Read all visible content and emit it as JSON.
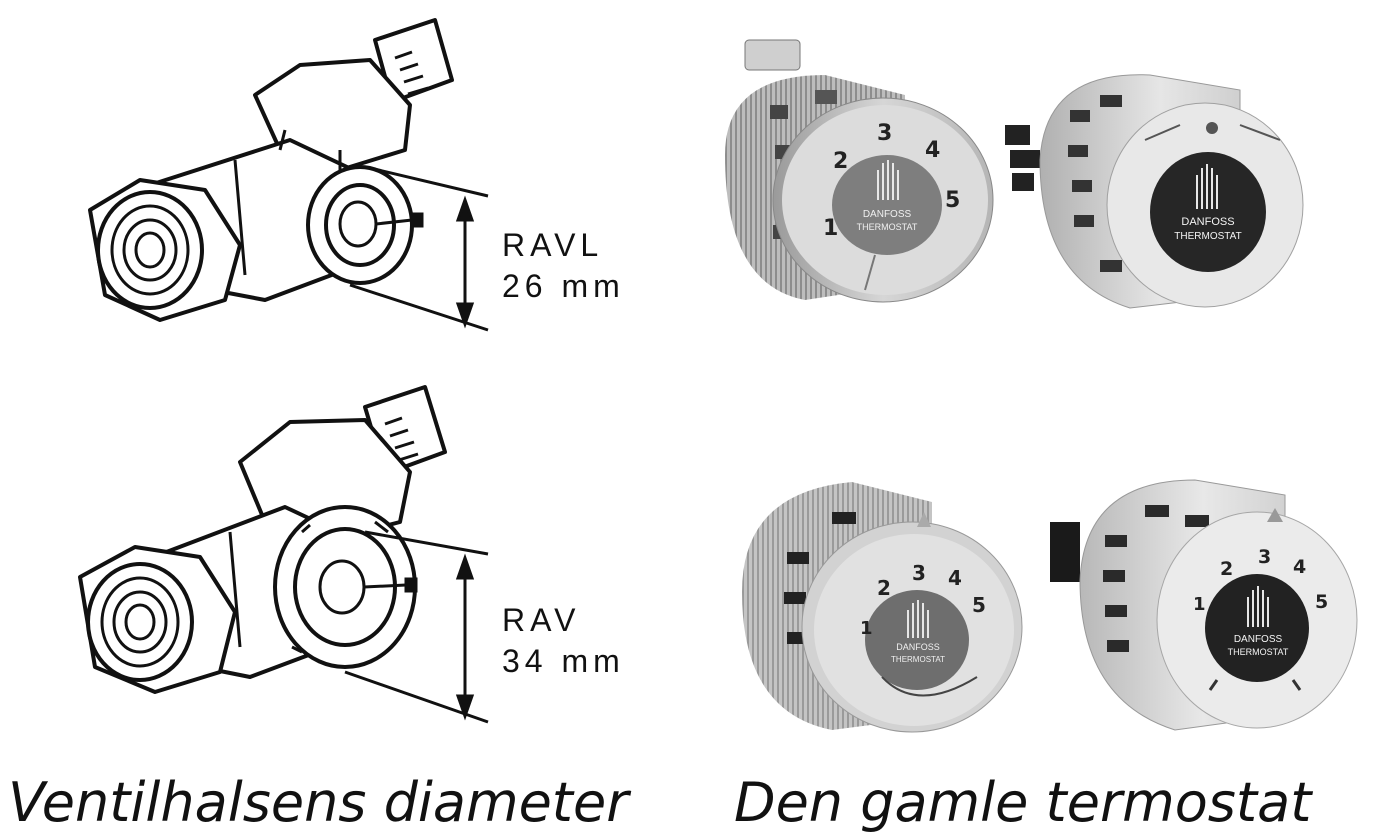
{
  "valves": [
    {
      "name": "RAVL",
      "size": "26 mm"
    },
    {
      "name": "RAV",
      "size": "34 mm"
    }
  ],
  "thermostats": [
    {
      "brand": "DANFOSS",
      "model": "THERMOSTAT",
      "dial_numbers": [
        "1",
        "2",
        "3",
        "4",
        "5"
      ]
    },
    {
      "brand": "DANFOSS",
      "model": "THERMOSTAT"
    },
    {
      "brand": "DANFOSS",
      "model": "THERMOSTAT",
      "dial_numbers": [
        "1",
        "2",
        "3",
        "4",
        "5"
      ]
    },
    {
      "brand": "DANFOSS",
      "model": "THERMOSTAT",
      "dial_numbers": [
        "1",
        "2",
        "3",
        "4",
        "5"
      ]
    }
  ],
  "captions": {
    "left": "Ventilhalsens diameter",
    "right": "Den gamle termostat"
  }
}
